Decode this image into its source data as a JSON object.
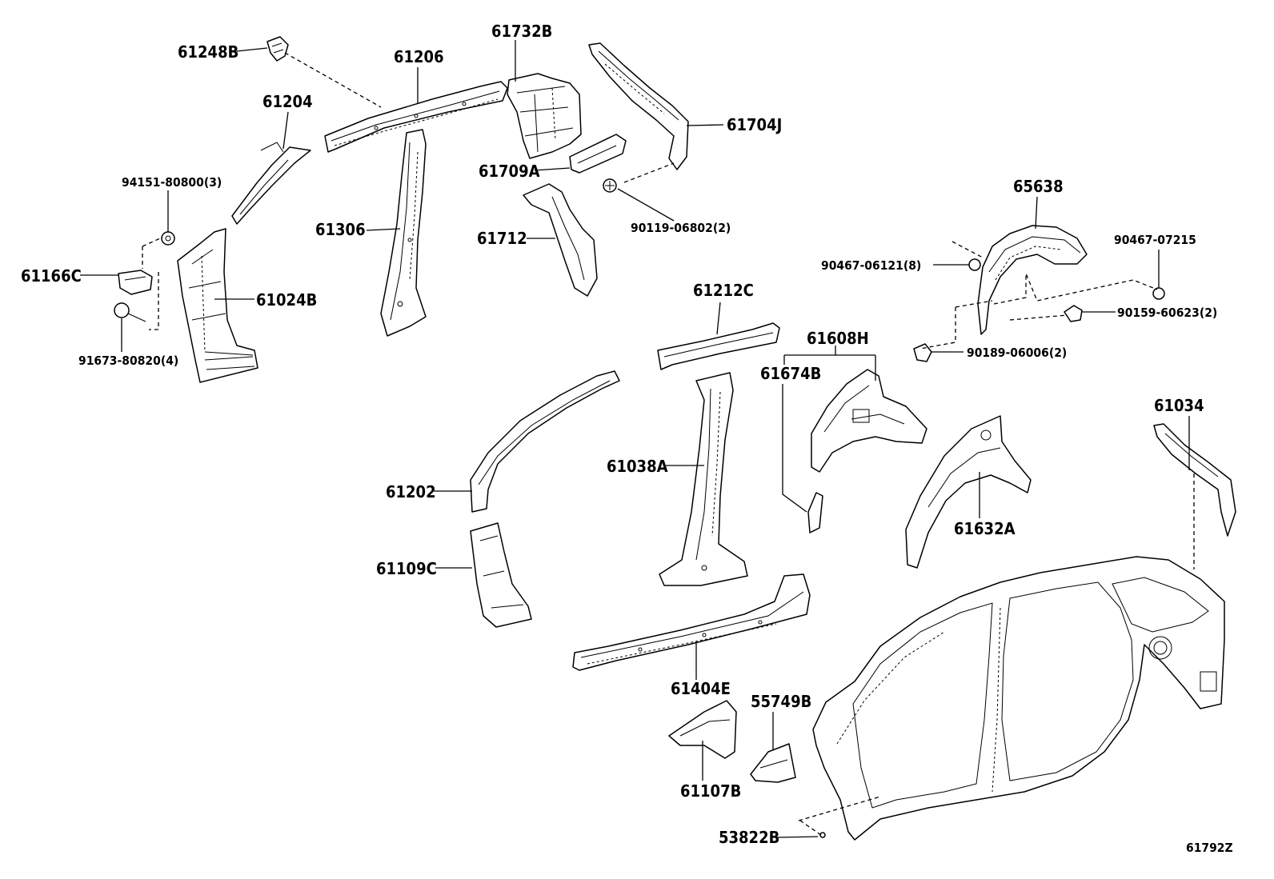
{
  "diagram": {
    "figure_code": "61792Z",
    "labels": {
      "p61248B": "61248B",
      "p61206": "61206",
      "p61732B": "61732B",
      "p61204": "61204",
      "p61704J": "61704J",
      "p94151": "94151-80800(3)",
      "p61709A": "61709A",
      "p61306": "61306",
      "p90119": "90119-06802(2)",
      "p61712": "61712",
      "p65638": "65638",
      "p90467_07215": "90467-07215",
      "p61166C": "61166C",
      "p90467_06121": "90467-06121(8)",
      "p61024B": "61024B",
      "p61212C": "61212C",
      "p90159": "90159-60623(2)",
      "p91673": "91673-80820(4)",
      "p61608H": "61608H",
      "p90189": "90189-06006(2)",
      "p61674B": "61674B",
      "p61034": "61034",
      "p61038A": "61038A",
      "p61202": "61202",
      "p61632A": "61632A",
      "p61109C": "61109C",
      "p61404E": "61404E",
      "p55749B": "55749B",
      "p61107B": "61107B",
      "p53822B": "53822B"
    }
  }
}
